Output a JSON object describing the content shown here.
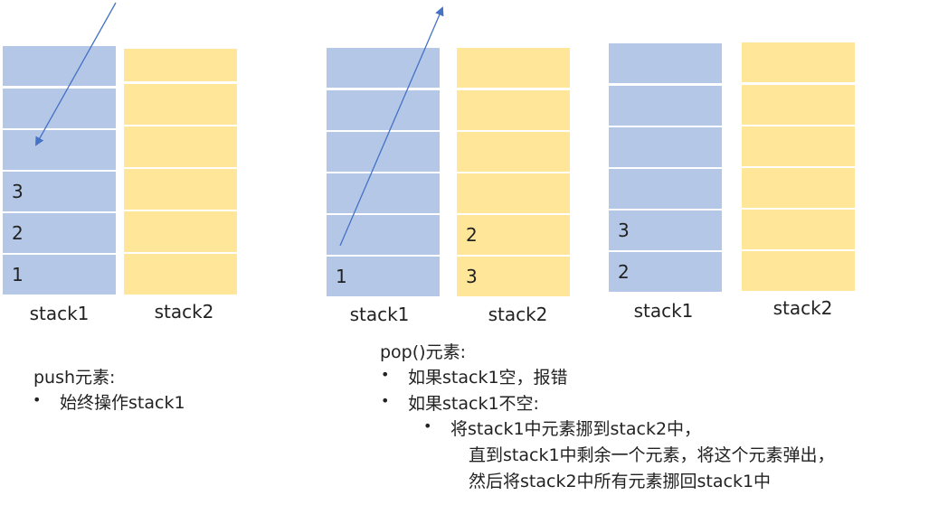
{
  "colors": {
    "blue": "#b4c7e7",
    "yellow": "#ffe699",
    "arrow": "#4472c4"
  },
  "stacks": [
    {
      "name": "stack1",
      "color": "blue",
      "cells": [
        "",
        "",
        "",
        "3",
        "2",
        "1"
      ]
    },
    {
      "name": "stack2",
      "color": "yellow",
      "cells": [
        "",
        "",
        "",
        "",
        "",
        ""
      ]
    },
    {
      "name": "stack1",
      "color": "blue",
      "cells": [
        "",
        "",
        "",
        "",
        "",
        "1"
      ]
    },
    {
      "name": "stack2",
      "color": "yellow",
      "cells": [
        "",
        "",
        "",
        "",
        "2",
        "3"
      ]
    },
    {
      "name": "stack1",
      "color": "blue",
      "cells": [
        "",
        "",
        "",
        "",
        "3",
        "2"
      ]
    },
    {
      "name": "stack2",
      "color": "yellow",
      "cells": [
        "",
        "",
        "",
        "",
        "",
        ""
      ]
    }
  ],
  "push": {
    "title": "push元素:",
    "items": [
      "始终操作stack1"
    ]
  },
  "pop": {
    "title": "pop()元素:",
    "items": [
      "如果stack1空，报错",
      "如果stack1不空:"
    ],
    "sub_item": [
      "将stack1中元素挪到stack2中，",
      "直到stack1中剩余一个元素，将这个元素弹出，",
      "然后将stack2中所有元素挪回stack1中"
    ]
  },
  "bullet_char": "•"
}
